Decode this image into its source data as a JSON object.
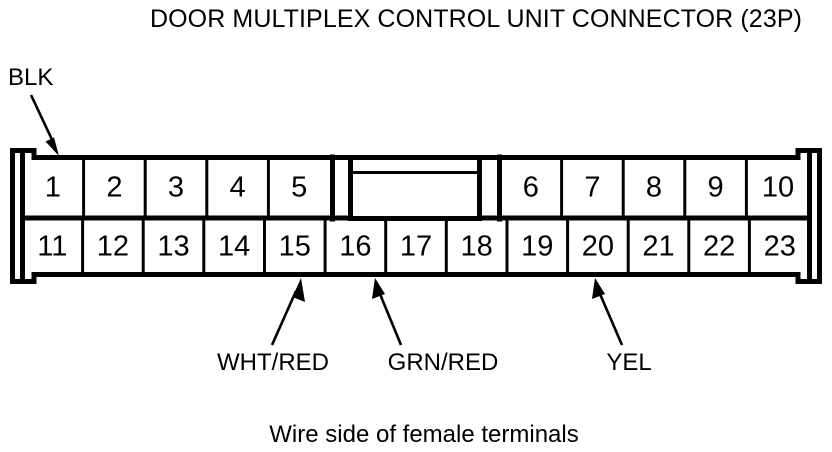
{
  "title": "DOOR MULTIPLEX CONTROL UNIT CONNECTOR (23P)",
  "caption": "Wire side of female terminals",
  "connector": {
    "pin_count": 23,
    "top_row_left": [
      "1",
      "2",
      "3",
      "4",
      "5"
    ],
    "top_row_right": [
      "6",
      "7",
      "8",
      "9",
      "10"
    ],
    "bottom_row": [
      "11",
      "12",
      "13",
      "14",
      "15",
      "16",
      "17",
      "18",
      "19",
      "20",
      "21",
      "22",
      "23"
    ],
    "outline_color": "#000000",
    "fill_color": "#ffffff"
  },
  "callouts": [
    {
      "label": "BLK",
      "pin": "1",
      "position": "top-left"
    },
    {
      "label": "WHT/RED",
      "pin": "15",
      "position": "bottom"
    },
    {
      "label": "GRN/RED",
      "pin": "16",
      "position": "bottom"
    },
    {
      "label": "YEL",
      "pin": "20",
      "position": "bottom"
    }
  ]
}
